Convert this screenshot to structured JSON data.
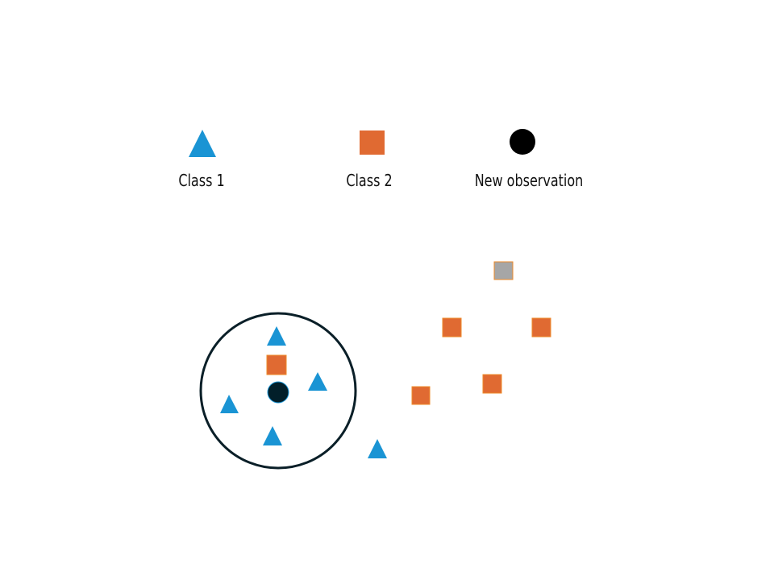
{
  "legend": {
    "class1": "Class 1",
    "class2": "Class 2",
    "new_observation": "New observation"
  },
  "colors": {
    "class1": "#1a94d4",
    "class2": "#e06a32",
    "class2_border": "#ee8a2a",
    "new_observation": "#021f2a",
    "unlabeled": "#a6a6a6",
    "neighborhood_circle": "#0a1f28"
  },
  "icons": {
    "class1": "triangle",
    "class2": "square",
    "new_observation": "circle"
  }
}
